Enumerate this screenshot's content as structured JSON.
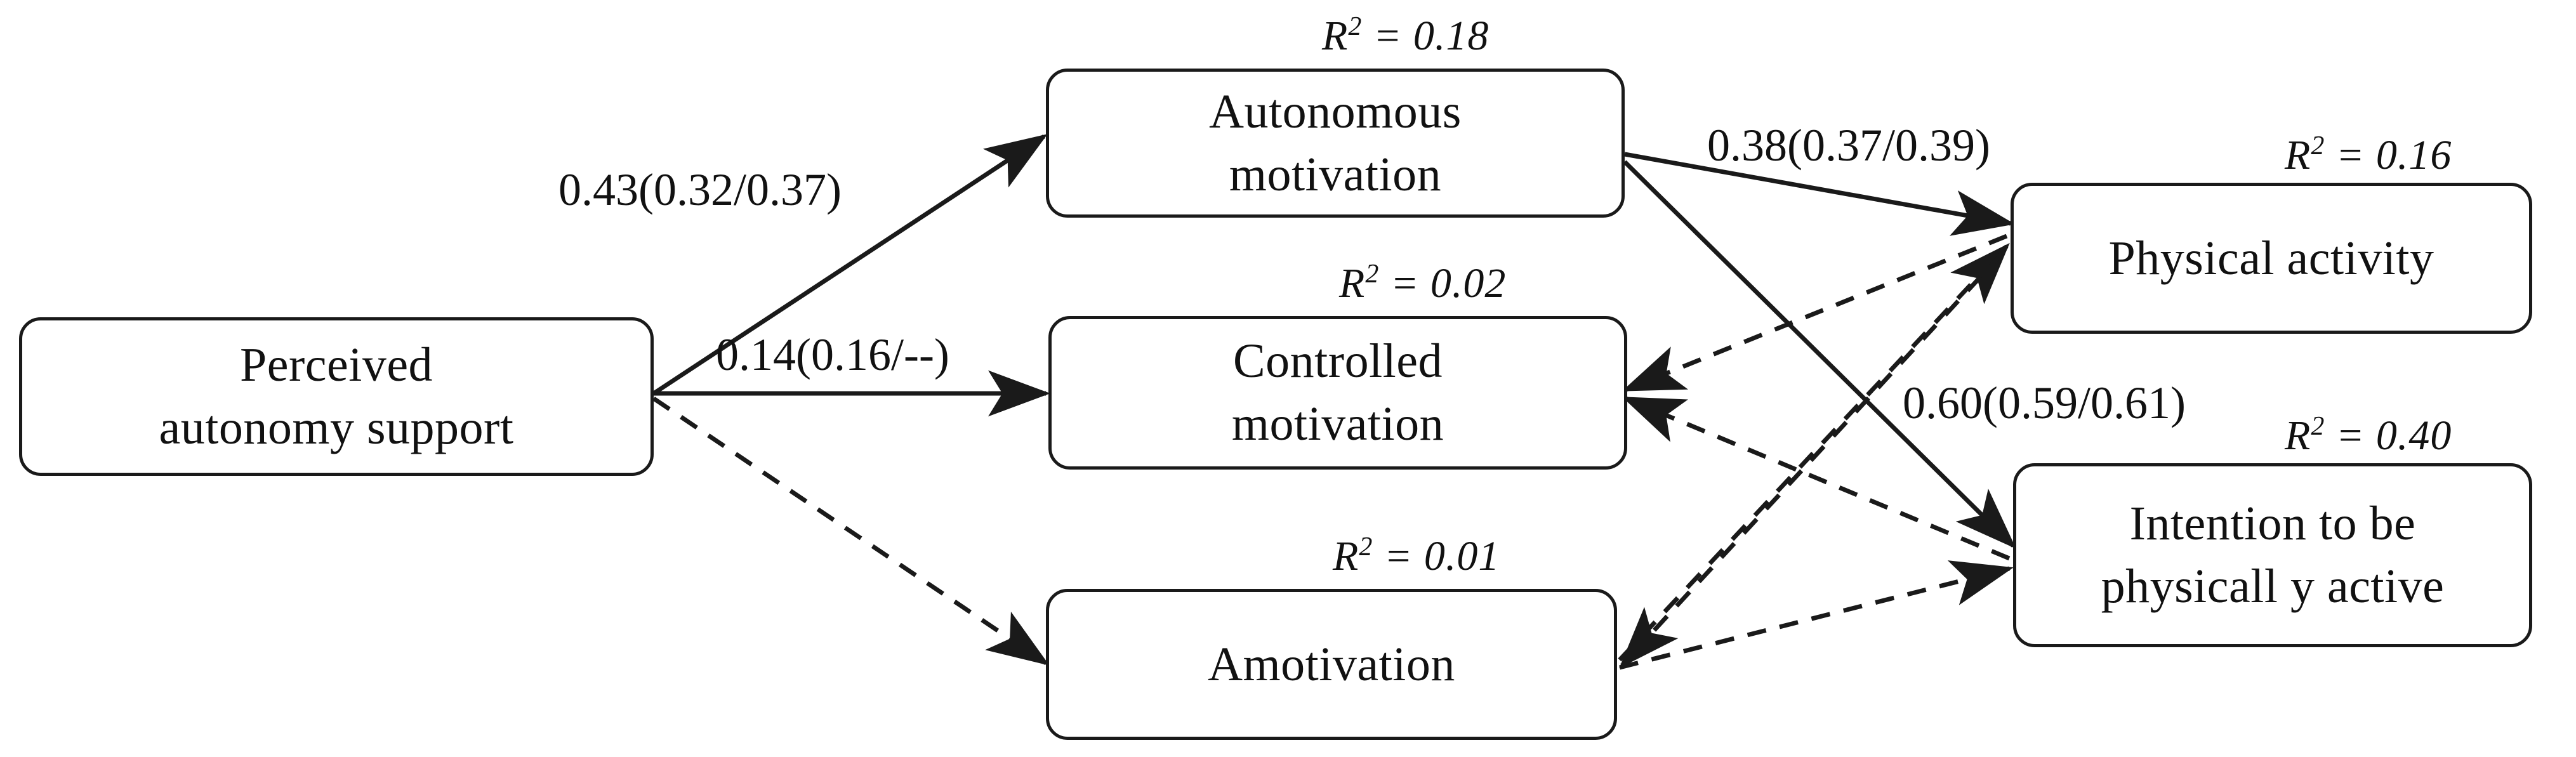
{
  "diagram": {
    "title": "Self-determination theory path model of physical activity",
    "nodes": [
      {
        "id": "perceived-autonomy-support",
        "label": "Perceived\nautonomy  support",
        "r2": null
      },
      {
        "id": "autonomous-motivation",
        "label": "Autonomous\nmotivation",
        "r2": "0.18"
      },
      {
        "id": "controlled-motivation",
        "label": "Controlled\nmotivation",
        "r2": "0.02"
      },
      {
        "id": "amotivation",
        "label": "Amotivation",
        "r2": "0.01"
      },
      {
        "id": "physical-activity",
        "label": "Physical  activity",
        "r2": "0.16"
      },
      {
        "id": "intention",
        "label": "Intention  to be\nphysicall y  active",
        "r2": "0.40"
      }
    ],
    "r2_prefix": "R",
    "r2_exponent": "2",
    "r2_equals": " = ",
    "path_labels": [
      {
        "id": "pas-to-autonomous",
        "text": "0.43(0.32/0.37)"
      },
      {
        "id": "pas-to-controlled",
        "text": "0.14(0.16/--)"
      },
      {
        "id": "autonomous-to-pa",
        "text": "0.38(0.37/0.39)"
      },
      {
        "id": "autonomous-to-intent",
        "text": "0.60(0.59/0.61)"
      }
    ],
    "edges": [
      {
        "id": "pas-to-autonomous",
        "from": "perceived-autonomy-support",
        "to": "autonomous-motivation",
        "style": "solid"
      },
      {
        "id": "pas-to-controlled",
        "from": "perceived-autonomy-support",
        "to": "controlled-motivation",
        "style": "solid"
      },
      {
        "id": "pas-to-amotivation",
        "from": "perceived-autonomy-support",
        "to": "amotivation",
        "style": "dashed"
      },
      {
        "id": "autonomous-to-pa",
        "from": "autonomous-motivation",
        "to": "physical-activity",
        "style": "solid"
      },
      {
        "id": "autonomous-to-intention",
        "from": "autonomous-motivation",
        "to": "intention",
        "style": "solid"
      },
      {
        "id": "pa-to-controlled",
        "from": "physical-activity",
        "to": "controlled-motivation",
        "style": "dashed"
      },
      {
        "id": "intention-to-controlled",
        "from": "intention",
        "to": "controlled-motivation",
        "style": "dashed"
      },
      {
        "id": "amotivation-to-pa",
        "from": "amotivation",
        "to": "physical-activity",
        "style": "dashed"
      },
      {
        "id": "amotivation-to-intention",
        "from": "amotivation",
        "to": "intention",
        "style": "dashed"
      },
      {
        "id": "pa-to-amotivation",
        "from": "physical-activity",
        "to": "amotivation",
        "style": "dashed"
      }
    ],
    "colors": {
      "line": "#1a1a1a",
      "text": "#111111",
      "background": "#ffffff"
    }
  }
}
